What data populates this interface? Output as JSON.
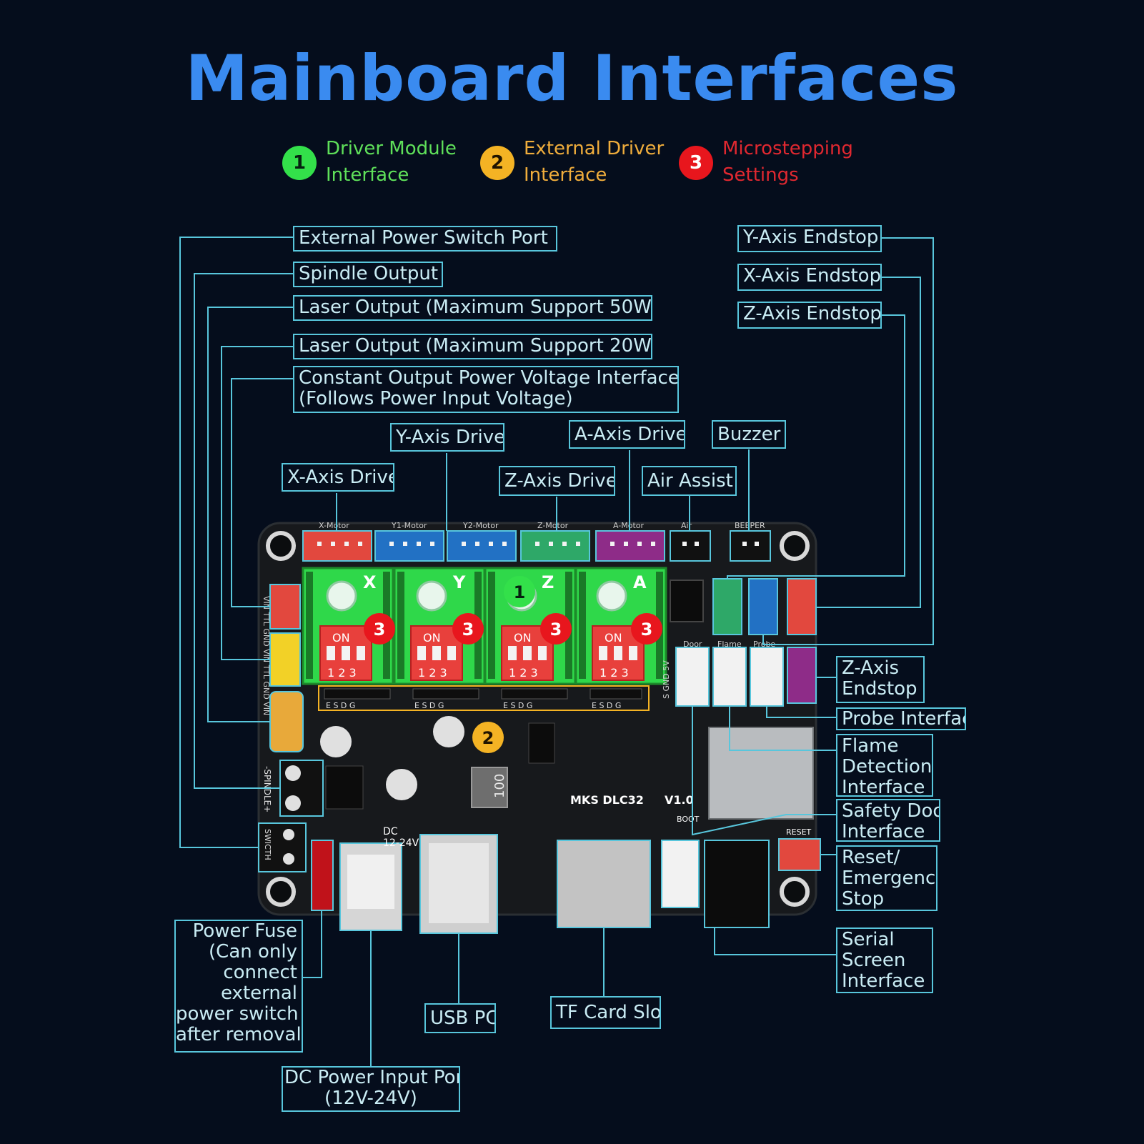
{
  "title": "Mainboard Interfaces",
  "legend": [
    {
      "num": "1",
      "line1": "Driver Module",
      "line2": "Interface",
      "color": "#33e04a"
    },
    {
      "num": "2",
      "line1": "External Driver",
      "line2": "Interface",
      "color": "#f4b324"
    },
    {
      "num": "3",
      "line1": "Microstepping",
      "line2": "Settings",
      "color": "#e8161d"
    }
  ],
  "board": {
    "model": "MKS DLC32",
    "version": "V1.0",
    "axes": [
      "X",
      "Y",
      "Z",
      "A"
    ],
    "dip_on": "ON",
    "dip_numbers": "1 2 3",
    "pin_row": "E S D G",
    "dc_label": "DC",
    "dc_voltage": "12-24V",
    "boot": "BOOT",
    "reset": "RESET",
    "switch": "SWICTH",
    "spindle": "-SPINDLE+",
    "io_labels": [
      "Door",
      "Flame",
      "Probe"
    ],
    "inductor": "100",
    "power_pins": "VIN TTL GND VIN TTL GND VIN",
    "connector_tags": {
      "x_motor": "X-Motor",
      "y1_motor": "Y1-Motor",
      "y2_motor": "Y2-Motor",
      "z_motor": "Z-Motor",
      "a_motor": "A-Motor",
      "air": "Air",
      "beeper": "BEEPER",
      "sgnd": "S GND 5V"
    }
  },
  "labels": {
    "ext_power_switch": "External Power Switch Port",
    "spindle_output": "Spindle Output",
    "laser_50w": "Laser Output (Maximum Support 50W)",
    "laser_20w": "Laser Output (Maximum Support 20W)",
    "const_output_1": "Constant Output Power Voltage Interface",
    "const_output_2": "(Follows Power Input Voltage)",
    "y_axis_drive": "Y-Axis Drive",
    "a_axis_drive": "A-Axis Drive",
    "buzzer": "Buzzer",
    "x_axis_drive": "X-Axis Drive",
    "z_axis_drive": "Z-Axis Drive",
    "air_assist": "Air Assist",
    "y_endstop": "Y-Axis Endstop",
    "x_endstop": "X-Axis Endstop",
    "z_endstop": "Z-Axis Endstop",
    "z_endstop2_1": "Z-Axis",
    "z_endstop2_2": "Endstop",
    "probe": "Probe Interface",
    "flame_1": "Flame",
    "flame_2": "Detection",
    "flame_3": "Interface",
    "door_1": "Safety Door",
    "door_2": "Interface",
    "reset_1": "Reset/",
    "reset_2": "Emergency",
    "reset_3": "Stop",
    "serial_1": "Serial",
    "serial_2": "Screen",
    "serial_3": "Interface",
    "tf_card": "TF Card Slot",
    "usb_pc": "USB PC",
    "dc_input_1": "DC Power Input Port",
    "dc_input_2": "(12V-24V)",
    "fuse_1": "Power Fuse",
    "fuse_2": "(Can only",
    "fuse_3": "connect",
    "fuse_4": "external",
    "fuse_5": "power switch",
    "fuse_6": "after removal)"
  }
}
